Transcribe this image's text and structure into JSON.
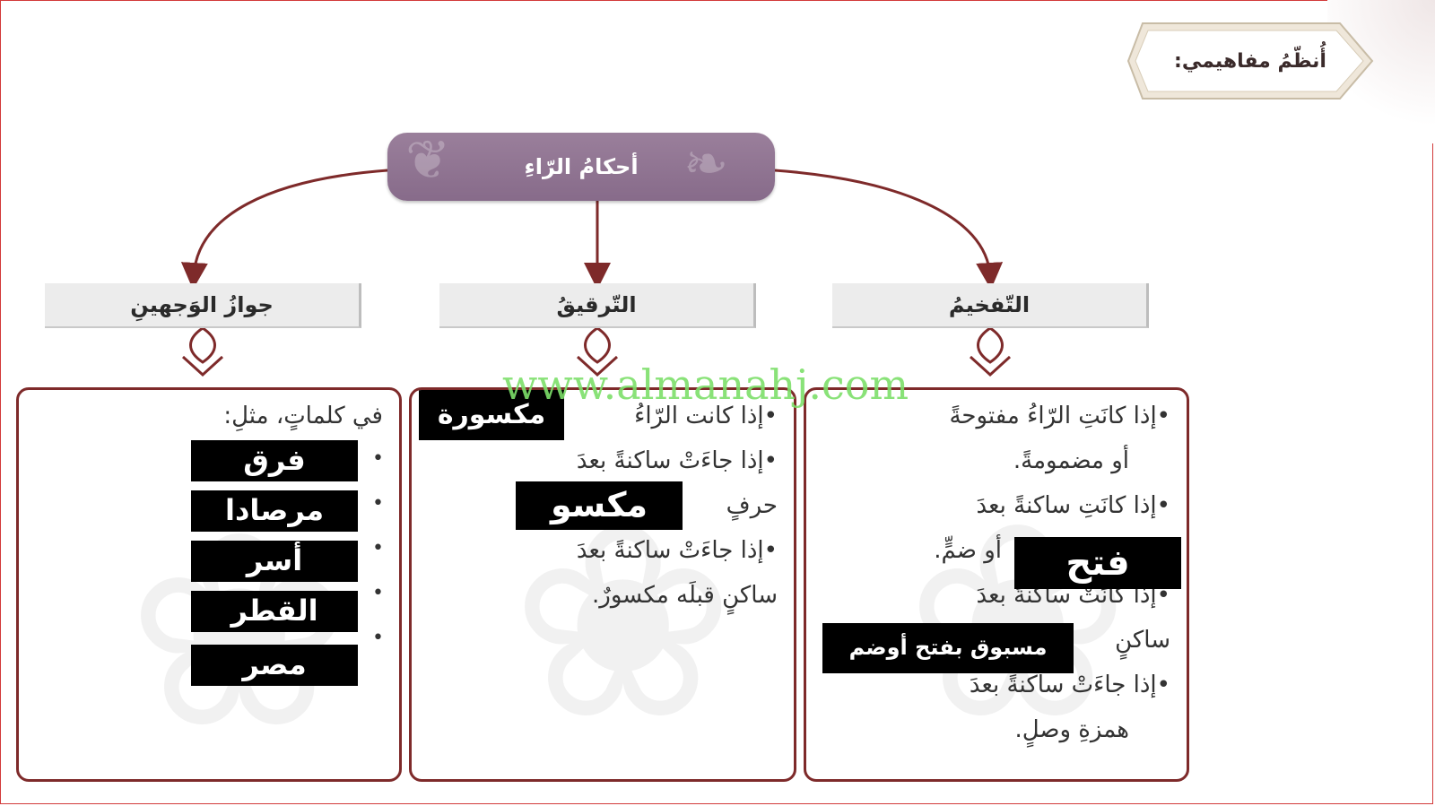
{
  "badge": {
    "title": "أُنظّمُ مفاهيمي:"
  },
  "root": {
    "title": "أحكامُ الرّاءِ"
  },
  "categories": {
    "right": "التّفخيمُ",
    "middle": "التّرقيقُ",
    "left": "جوازُ الوَجهينِ"
  },
  "right_box": {
    "line1": "•إذا كانَتِ الرّاءُ مفتوحةً",
    "line2": "أو مضمومةً.",
    "line3": "•إذا كانَتِ ساكنةً بعدَ",
    "line4": "أو ضمٍّ.",
    "line5": "•إذا كانَتْ ساكنةً بعدَ",
    "line6": "ساكنٍ",
    "line7": "•إذا جاءَتْ ساكنةً بعدَ",
    "line8": "همزةِ وصلٍ.",
    "blk_fatha": "فتح",
    "blk_preceded": "مسبوق بفتح أوضم"
  },
  "middle_box": {
    "line1": "•إذا كانت الرّاءُ",
    "line2": "•إذا جاءَتْ ساكنةً بعدَ",
    "line3": "حرفٍ",
    "line4": "•إذا جاءَتْ ساكنةً بعدَ",
    "line5": "ساكنٍ قبلَه مكسورٌ.",
    "blk_kasra_top": "مكسورة",
    "blk_kasra_mid": "مكسو"
  },
  "left_box": {
    "line1": "في كلماتٍ، مثلِ:",
    "words": [
      "فرق",
      "مرصادا",
      "أسر",
      "القطر",
      "مصر"
    ]
  },
  "watermark": "www.almanahj.com",
  "colors": {
    "arrow": "#7e2a2a",
    "root_bg": "#8c708f",
    "header_bg": "#ececec"
  }
}
